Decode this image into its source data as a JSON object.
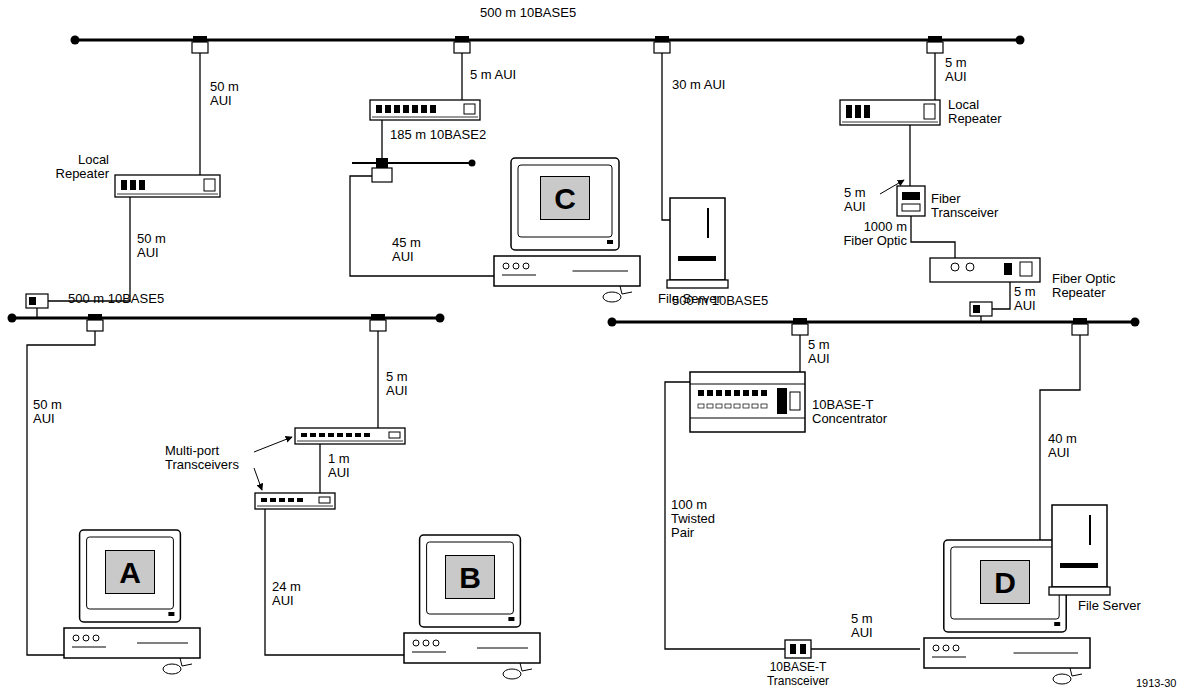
{
  "diagram": {
    "nodes": [
      {
        "text": [
          "Local Repeater"
        ]
      },
      {
        "text": [
          "C"
        ]
      },
      {
        "text": [
          "File Server"
        ]
      },
      {
        "text": [
          "Local Repeater"
        ]
      },
      {
        "text": [
          "Fiber Transceiver"
        ]
      },
      {
        "text": [
          "Fiber Optic Repeater"
        ]
      },
      {
        "text": [
          "A"
        ]
      },
      {
        "text": [
          "B"
        ]
      },
      {
        "text": [
          "10BASE-T Concentrator"
        ]
      },
      {
        "text": [
          "File Server"
        ]
      },
      {
        "text": [
          "D"
        ]
      },
      {
        "text": [
          "10BASE-T Transceiver"
        ]
      }
    ],
    "edges": [
      {
        "from": 4,
        "to": 5,
        "arrow": "none",
        "label": "1000 m Fiber Optic"
      },
      {
        "from": 8,
        "to": 11,
        "arrow": "none",
        "label": "100 m Twisted Pair"
      },
      {
        "from": 11,
        "to": 10,
        "arrow": "none",
        "label": "5 m AUI"
      }
    ],
    "labels": [
      "500 m 10BASE5",
      "50 m AUI",
      "5 m AUI",
      "185 m 10BASE2",
      "30 m AUI",
      "5 m AUI",
      "5 m AUI",
      "50 m AUI",
      "45 m AUI",
      "5 m AUI",
      "500 m 10BASE5",
      "500 m 10BASE5",
      "5 m AUI",
      "5 m AUI",
      "50 m AUI",
      "40 m AUI",
      "Multi-port Transceivers",
      "1 m AUI",
      "24 m AUI",
      "1913-30"
    ]
  }
}
